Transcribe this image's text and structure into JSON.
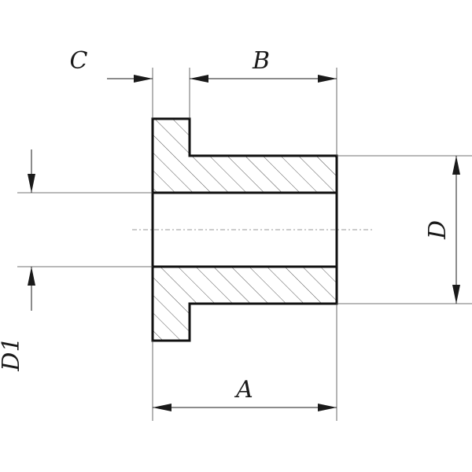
{
  "labels": {
    "a": "A",
    "b": "B",
    "c": "C",
    "d": "D",
    "d1": "D1"
  },
  "colors": {
    "line": "#111111",
    "hatch": "#555555",
    "background": "#ffffff"
  }
}
